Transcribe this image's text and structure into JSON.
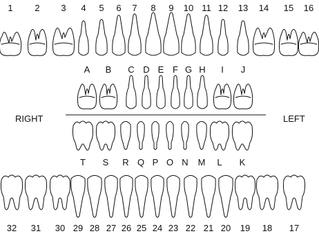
{
  "side_labels": {
    "right": "RIGHT",
    "left": "LEFT"
  },
  "permanent_upper": {
    "numbers": [
      "1",
      "2",
      "3",
      "4",
      "5",
      "6",
      "7",
      "8",
      "9",
      "10",
      "11",
      "12",
      "13",
      "14",
      "15",
      "16"
    ]
  },
  "primary_upper": {
    "letters": [
      "A",
      "B",
      "C",
      "D",
      "E",
      "F",
      "G",
      "H",
      "I",
      "J"
    ]
  },
  "primary_lower": {
    "letters": [
      "T",
      "S",
      "R",
      "Q",
      "P",
      "O",
      "N",
      "M",
      "L",
      "K"
    ]
  },
  "permanent_lower": {
    "numbers": [
      "32",
      "31",
      "30",
      "29",
      "28",
      "27",
      "26",
      "25",
      "24",
      "23",
      "22",
      "21",
      "20",
      "19",
      "18",
      "17"
    ]
  }
}
